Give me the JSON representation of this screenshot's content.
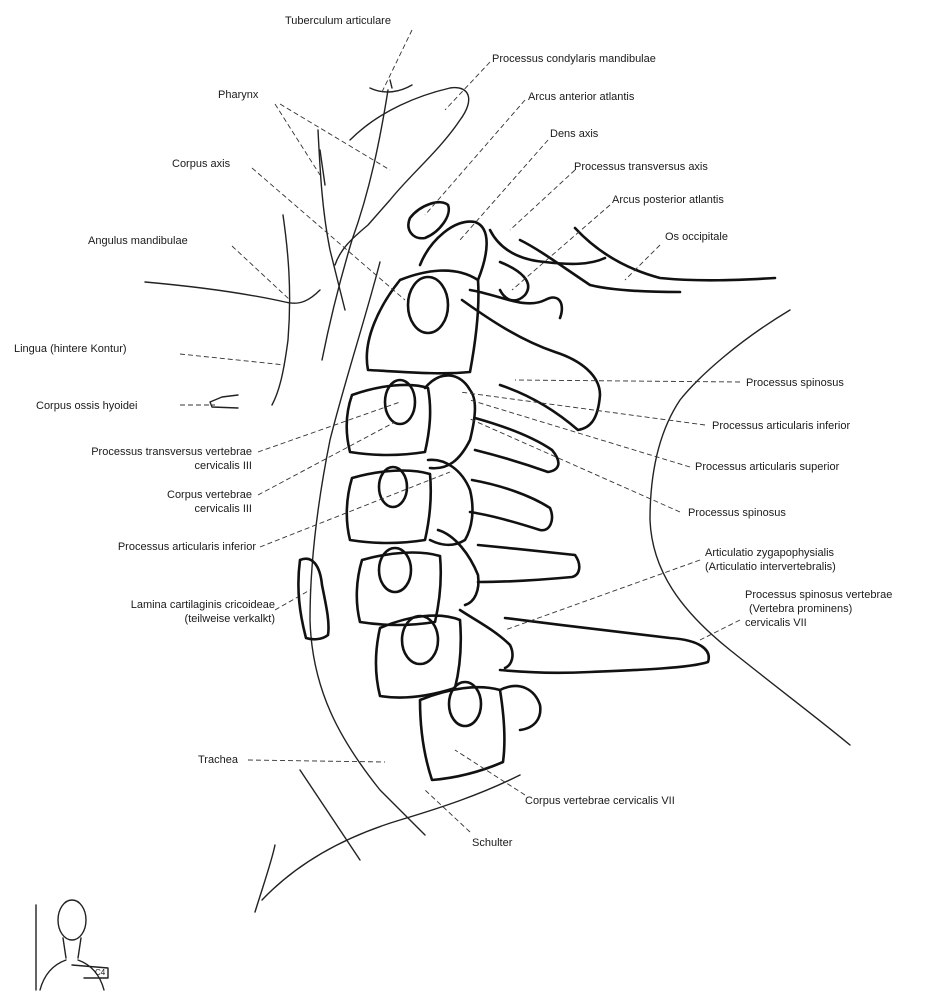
{
  "labels": {
    "tuberculum_articulare": "Tuberculum articulare",
    "processus_condylaris": "Processus condylaris mandibulae",
    "pharynx": "Pharynx",
    "arcus_anterior": "Arcus anterior atlantis",
    "dens_axis": "Dens axis",
    "corpus_axis": "Corpus axis",
    "processus_transversus_axis": "Processus transversus axis",
    "arcus_posterior": "Arcus posterior atlantis",
    "angulus_mandibulae": "Angulus mandibulae",
    "os_occipitale": "Os occipitale",
    "lingua": "Lingua (hintere Kontur)",
    "processus_spinosus_1": "Processus spinosus",
    "corpus_ossis_hyoidei": "Corpus ossis hyoidei",
    "processus_articularis_inferior_r": "Processus articularis inferior",
    "processus_transversus_c3_l1": "Processus transversus vertebrae",
    "processus_transversus_c3_l2": "cervicalis III",
    "processus_articularis_superior": "Processus articularis superior",
    "corpus_c3_l1": "Corpus vertebrae",
    "corpus_c3_l2": "cervicalis III",
    "processus_spinosus_2": "Processus spinosus",
    "processus_articularis_inferior_l": "Processus articularis inferior",
    "articulatio_l1": "Articulatio zygapophysialis",
    "articulatio_l2": "(Articulatio intervertebralis)",
    "spinosus_c7_l1": "Processus spinosus vertebrae",
    "spinosus_c7_l2": "(Vertebra prominens)",
    "spinosus_c7_l3": "cervicalis VII",
    "lamina_l1": "Lamina cartilaginis cricoideae",
    "lamina_l2": "(teilweise verkalkt)",
    "trachea": "Trachea",
    "corpus_c7": "Corpus vertebrae cervicalis VII",
    "schulter": "Schulter",
    "inset_marker": "C4"
  }
}
